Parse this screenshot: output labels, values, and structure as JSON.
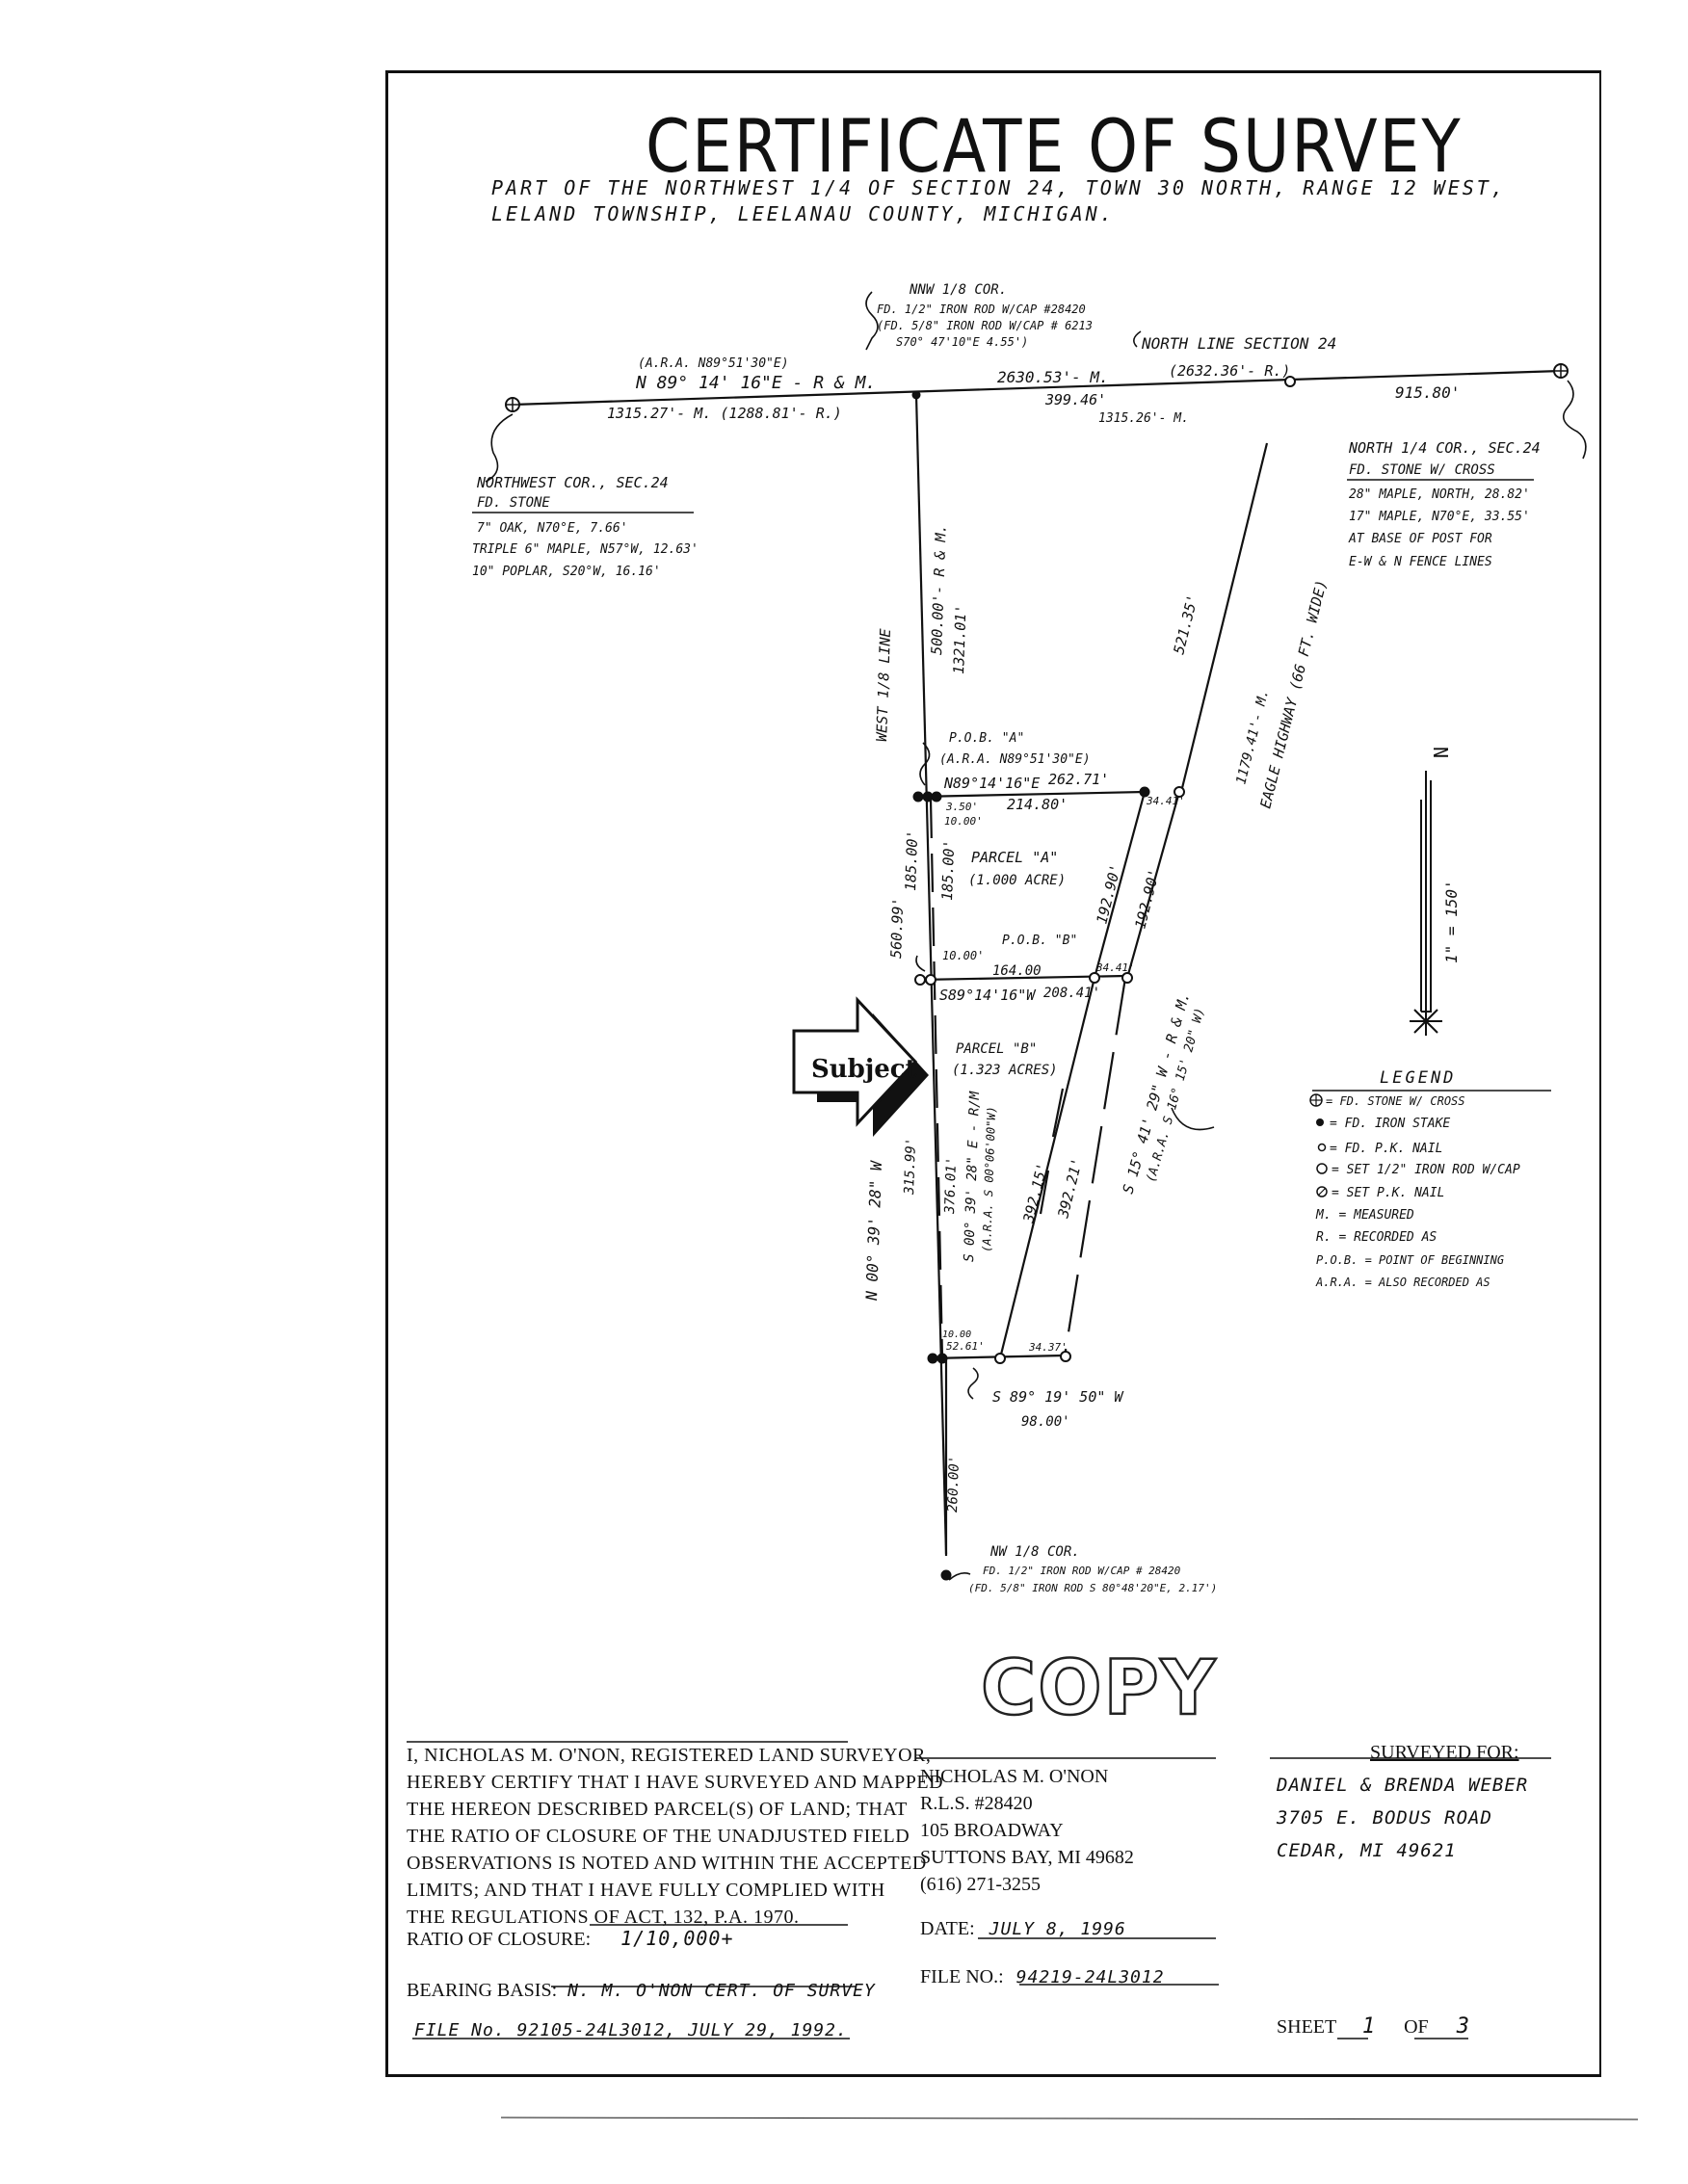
{
  "title": "CERTIFICATE OF SURVEY",
  "subtitle_line1": "PART OF THE NORTHWEST 1/4 OF SECTION 24, TOWN 30 NORTH, RANGE 12 WEST,",
  "subtitle_line2": "LELAND TOWNSHIP, LEELANAU COUNTY, MICHIGAN.",
  "labels": {
    "nnw_cor": "NNW 1/8 COR.",
    "nnw_fd1": "FD. 1/2\" IRON ROD W/CAP #28420",
    "nnw_fd2": "(FD. 5/8\" IRON ROD W/CAP # 6213",
    "nnw_fd3": "S70° 47'10\"E 4.55')",
    "ara_top": "(A.R.A. N89°51'30\"E)",
    "bearing_top": "N 89° 14' 16\"E - R & M.",
    "dist_2630": "2630.53'- M.",
    "north_line": "NORTH LINE SECTION 24",
    "dist_2632": "(2632.36'- R.)",
    "dist_1315": "1315.27'- M.  (1288.81'- R.)",
    "dist_399": "399.46'",
    "dist_1315b": "1315.26'- M.",
    "dist_915": "915.80'",
    "nw_cor": "NORTHWEST COR., SEC.24",
    "nw_fd": "FD. STONE",
    "nw_t1": "7\" OAK, N70°E, 7.66'",
    "nw_t2": "TRIPLE 6\" MAPLE, N57°W, 12.63'",
    "nw_t3": "10\" POPLAR, S20°W, 16.16'",
    "n4_cor": "NORTH 1/4 COR., SEC.24",
    "n4_fd": "FD. STONE W/ CROSS",
    "n4_t1": "28\" MAPLE, NORTH, 28.82'",
    "n4_t2": "17\" MAPLE, N70°E, 33.55'",
    "n4_t3": "AT BASE OF POST FOR",
    "n4_t4": "E-W & N FENCE LINES",
    "west_line": "WEST 1/8 LINE",
    "d500": "500.00'- R & M.",
    "d1321": "1321.01'",
    "d521": "521.35'",
    "d1179": "1179.41'- M.",
    "highway": "EAGLE HIGHWAY (66 FT. WIDE)",
    "pob_a": "P.O.B. \"A\"",
    "pob_a_ara": "(A.R.A. N89°51'30\"E)",
    "pob_a_brg": "N89°14'16\"E",
    "d262": "262.71'",
    "d214": "214.80'",
    "d350": "3.50'",
    "d1000a": "10.00'",
    "d3441": "34.41'",
    "parcel_a": "PARCEL \"A\"",
    "parcel_a_area": "(1.000 ACRE)",
    "d185a": "185.00'",
    "d185b": "185.00'",
    "d560": "560.99'",
    "d19290a": "192.90'",
    "d19290b": "192.90'",
    "pob_b": "P.O.B. \"B\"",
    "d1000b": "10.00'",
    "d164": "164.00",
    "d3441b": "34.41'",
    "brg_s89": "S89°14'16\"W",
    "d208": "208.41'",
    "parcel_b": "PARCEL \"B\"",
    "parcel_b_area": "(1.323 ACRES)",
    "subject": "Subject",
    "brg_s15": "S 15° 41' 29\" W - R & M.",
    "brg_s15_ara": "(A.R.A. S 16° 15' 20\" W)",
    "d392a": "392.15'",
    "d392b": "392.21'",
    "brg_s00": "S 00° 39' 28\" E - R/M",
    "brg_s00_ara": "(A.R.A. S 00°06'00\"W)",
    "d376": "376.01'",
    "d315": "315.99'",
    "brg_n00": "N 00° 39' 28\" W",
    "d1000c": "10.00",
    "d5261": "52.61'",
    "d3437": "34.37'",
    "brg_s89b": "S 89° 19' 50\" W",
    "d9800": "98.00'",
    "d260": "260.00'",
    "nw8_cor": "NW 1/8 COR.",
    "nw8_fd1": "FD. 1/2\" IRON ROD W/CAP # 28420",
    "nw8_fd2": "(FD. 5/8\" IRON ROD S 80°48'20\"E, 2.17')",
    "scale": "1\" = 150'",
    "north_arrow": "N"
  },
  "legend": {
    "title": "LEGEND",
    "items": [
      "= FD. STONE W/ CROSS",
      "= FD. IRON STAKE",
      "= FD. P.K. NAIL",
      "= SET 1/2\" IRON ROD W/CAP",
      "= SET P.K. NAIL",
      "M. = MEASURED",
      "R. = RECORDED AS",
      "P.O.B. = POINT OF BEGINNING",
      "A.R.A. = ALSO RECORDED AS"
    ]
  },
  "stamp": "COPY",
  "certification": {
    "lines": [
      "I, NICHOLAS M. O'NON, REGISTERED LAND SURVEYOR,",
      "HEREBY CERTIFY THAT I HAVE SURVEYED AND MAPPED",
      "THE HEREON DESCRIBED PARCEL(S) OF LAND; THAT",
      "THE RATIO OF CLOSURE OF THE UNADJUSTED FIELD",
      "OBSERVATIONS IS NOTED AND WITHIN THE ACCEPTED",
      "LIMITS; AND THAT I HAVE FULLY COMPLIED WITH",
      "THE REGULATIONS OF ACT, 132, P.A. 1970."
    ],
    "ratio_label": "RATIO OF CLOSURE:",
    "ratio_value": "1/10,000+",
    "bearing_label": "BEARING BASIS:",
    "bearing_value": "N. M. O'NON CERT. OF SURVEY",
    "file_ref": "FILE No. 92105-24L3012, JULY 29, 1992."
  },
  "surveyor": {
    "name": "NICHOLAS M. O'NON",
    "rls": "R.L.S. #28420",
    "street": "105 BROADWAY",
    "city": "SUTTONS BAY, MI 49682",
    "phone": "(616) 271-3255",
    "date_label": "DATE:",
    "date_value": "JULY 8, 1996",
    "file_label": "FILE NO.:",
    "file_value": "94219-24L3012"
  },
  "client": {
    "heading": "SURVEYED FOR:",
    "name": "DANIEL & BRENDA WEBER",
    "street": "3705 E. BODUS ROAD",
    "city": "CEDAR, MI  49621"
  },
  "sheet": {
    "label": "SHEET",
    "num": "1",
    "of_label": "OF",
    "total": "3"
  }
}
